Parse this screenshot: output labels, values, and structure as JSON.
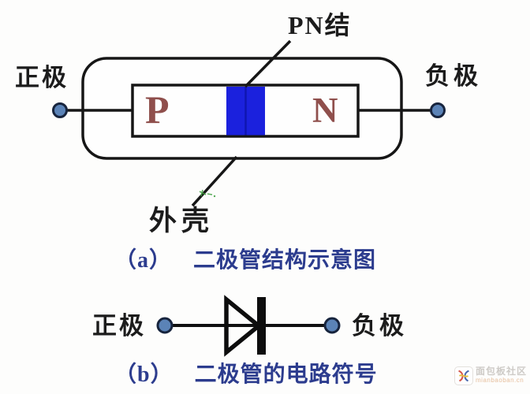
{
  "figure_a": {
    "pn_junction_label": "PN结",
    "anode_label": "正极",
    "cathode_label": "负极",
    "p_region_letter": "P",
    "n_region_letter": "N",
    "shell_label": "外壳",
    "caption_index": "（a）",
    "caption_text": "二极管结构示意图"
  },
  "figure_b": {
    "anode_label": "正极",
    "cathode_label": "负极",
    "caption_index": "（b）",
    "caption_text": "二极管的电路符号"
  },
  "watermark": {
    "site_name": "面包板社区",
    "site_url": "mianbaoban.cn"
  },
  "colors": {
    "outline_black": "#161616",
    "junction_blue": "#1b21dd",
    "junction_divider_blue": "#1016b0",
    "region_letter_red": "#8f4f4c",
    "terminal_fill_blue": "#5b83b7",
    "terminal_ring_navy": "#17243d",
    "caption_blue": "#2c3c8e",
    "watermark_green": "#3f9e3f"
  }
}
